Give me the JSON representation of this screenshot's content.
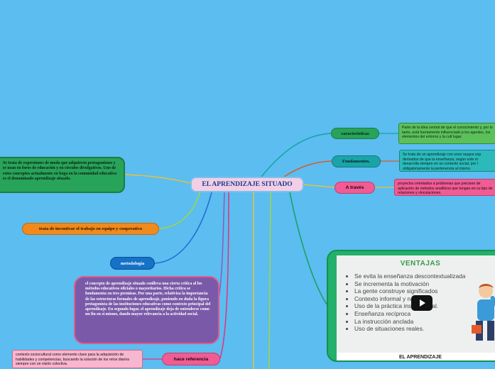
{
  "central": "EL APRENDIZAJE SITUADO",
  "left_nodes": {
    "expresiones": "Se trata de expresiones de moda que adquieren protagonismo y se usan en foros de educación y en círculos divulgativos. Uno de estos conceptos actualmente en boga en la comunidad educativa es el denominado aprendizaje situado.",
    "incentivar": "trata de incentivar el trabajo en equipo y cooperativo",
    "metodologia": "metodología",
    "critica": "el concepto de  aprendizaje situado conlleva una cierta crítica al los métodos educativos oficiales o mayoritarios. Dicha crítica se fundamenta en tres premisas. Por una parte, relativiza la importancia de las estructuras formales de aprendizaje, poniendo en duda la figura protagonista de las instituciones educativas como contexto principal del aprendizaje. En segundo lugar, el aprendizaje deja de entenderse como un fin en sí mismo, dando mayor relevancia a la actividad social.",
    "hace_referencia": "hace referencia",
    "contexto": "contexto sociocultural como elemento clave para la adquisición de habilidades y competencias, buscando la solución de los retos diarios siempre con un visión colectiva."
  },
  "right_nodes": {
    "caracteristicas": "caracteristicas",
    "caracteristicas_text": "Parte de la idea central de que el conocimiento y, por lo tanto, está fuertamente influenciado p los agentes, los elementos del entorno y la cult lugar.",
    "fundamentos": "Fundamentos.",
    "fundamentos_text": "Se trata de un aprendizaje con unos rasgos esp derivados de que la enseñanza, según este m desarrolla siempre en un contexto social, por l obligatoriamente la pertenencia al mismo.",
    "a_traves": "A través",
    "a_traves_text": "proyectos orientados a problemas que precisen de aplicación de métodos analíticos que tengan en cu tipo de relaciones y  vinculaciones."
  },
  "video": {
    "title": "VENTAJAS",
    "items": [
      "Se evita la enseñanza descontextualizada",
      "Se incrementa la motivación",
      "La gente construye significados",
      "Contexto informal y natural",
      "Uso de la práctica instruccional.",
      "Enseñanza recíproca",
      "La instrucción anclada",
      "Uso de situaciones reales."
    ],
    "caption": "EL APRENDIZAJE"
  },
  "colors": {
    "background": "#5bbdf0",
    "central": "#f2cfe6",
    "green": "#28a35a",
    "orange": "#f08a1c",
    "blue": "#1671c8",
    "purple": "#7a5aa8",
    "pink": "#f05c93",
    "teal": "#1ba4a8"
  }
}
